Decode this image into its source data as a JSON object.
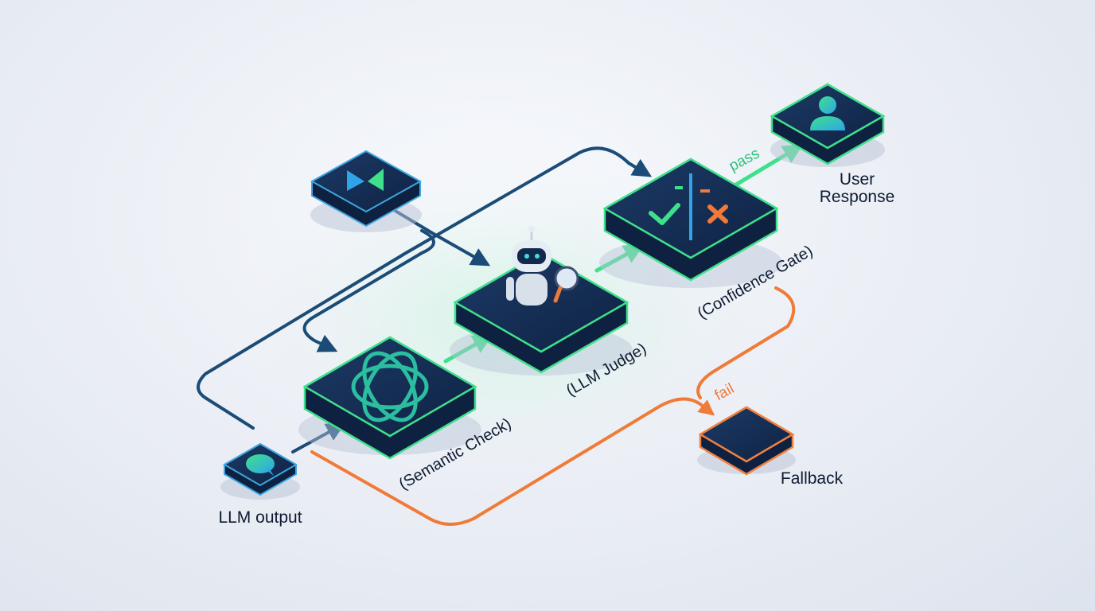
{
  "nodes": {
    "llm_output": {
      "label": "LLM output"
    },
    "semantic_check": {
      "label": "(Semantic Check)"
    },
    "llm_judge": {
      "label": "(LLM Judge)"
    },
    "confidence_gate": {
      "label": "(Confidence Gate)"
    },
    "user_response": {
      "label_line1": "User",
      "label_line2": "Response"
    },
    "fallback": {
      "label": "Fallback"
    }
  },
  "edges": {
    "pass_label": "pass",
    "fail_label": "fail"
  },
  "colors": {
    "node_fill": "#132a4d",
    "node_border": "#3fe08c",
    "node_border_fail": "#f08040",
    "flow_dark": "#1b4c77",
    "flow_pass": "#3fe08c",
    "flow_fail": "#f07a38",
    "check_green": "#3fe08c",
    "cross_orange": "#f07a38"
  }
}
